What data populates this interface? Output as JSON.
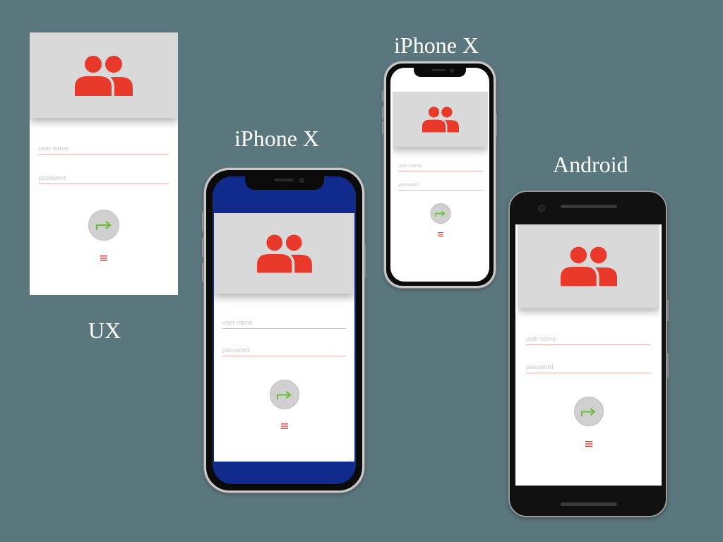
{
  "labels": {
    "ux": "UX",
    "iphone_large": "iPhone X",
    "iphone_small": "iPhone X",
    "android": "Android"
  },
  "login_form": {
    "username_placeholder": "user name",
    "password_placeholder": "password"
  },
  "icons": {
    "header": "users-group-icon",
    "submit": "arrow-right-icon",
    "menu": "hamburger-menu-icon"
  },
  "colors": {
    "background": "#5a777d",
    "accent": "#e8392a",
    "arrow": "#6dbb3a",
    "header_bg": "#d9d9d9",
    "iphone_status_bar": "#112b8c"
  }
}
